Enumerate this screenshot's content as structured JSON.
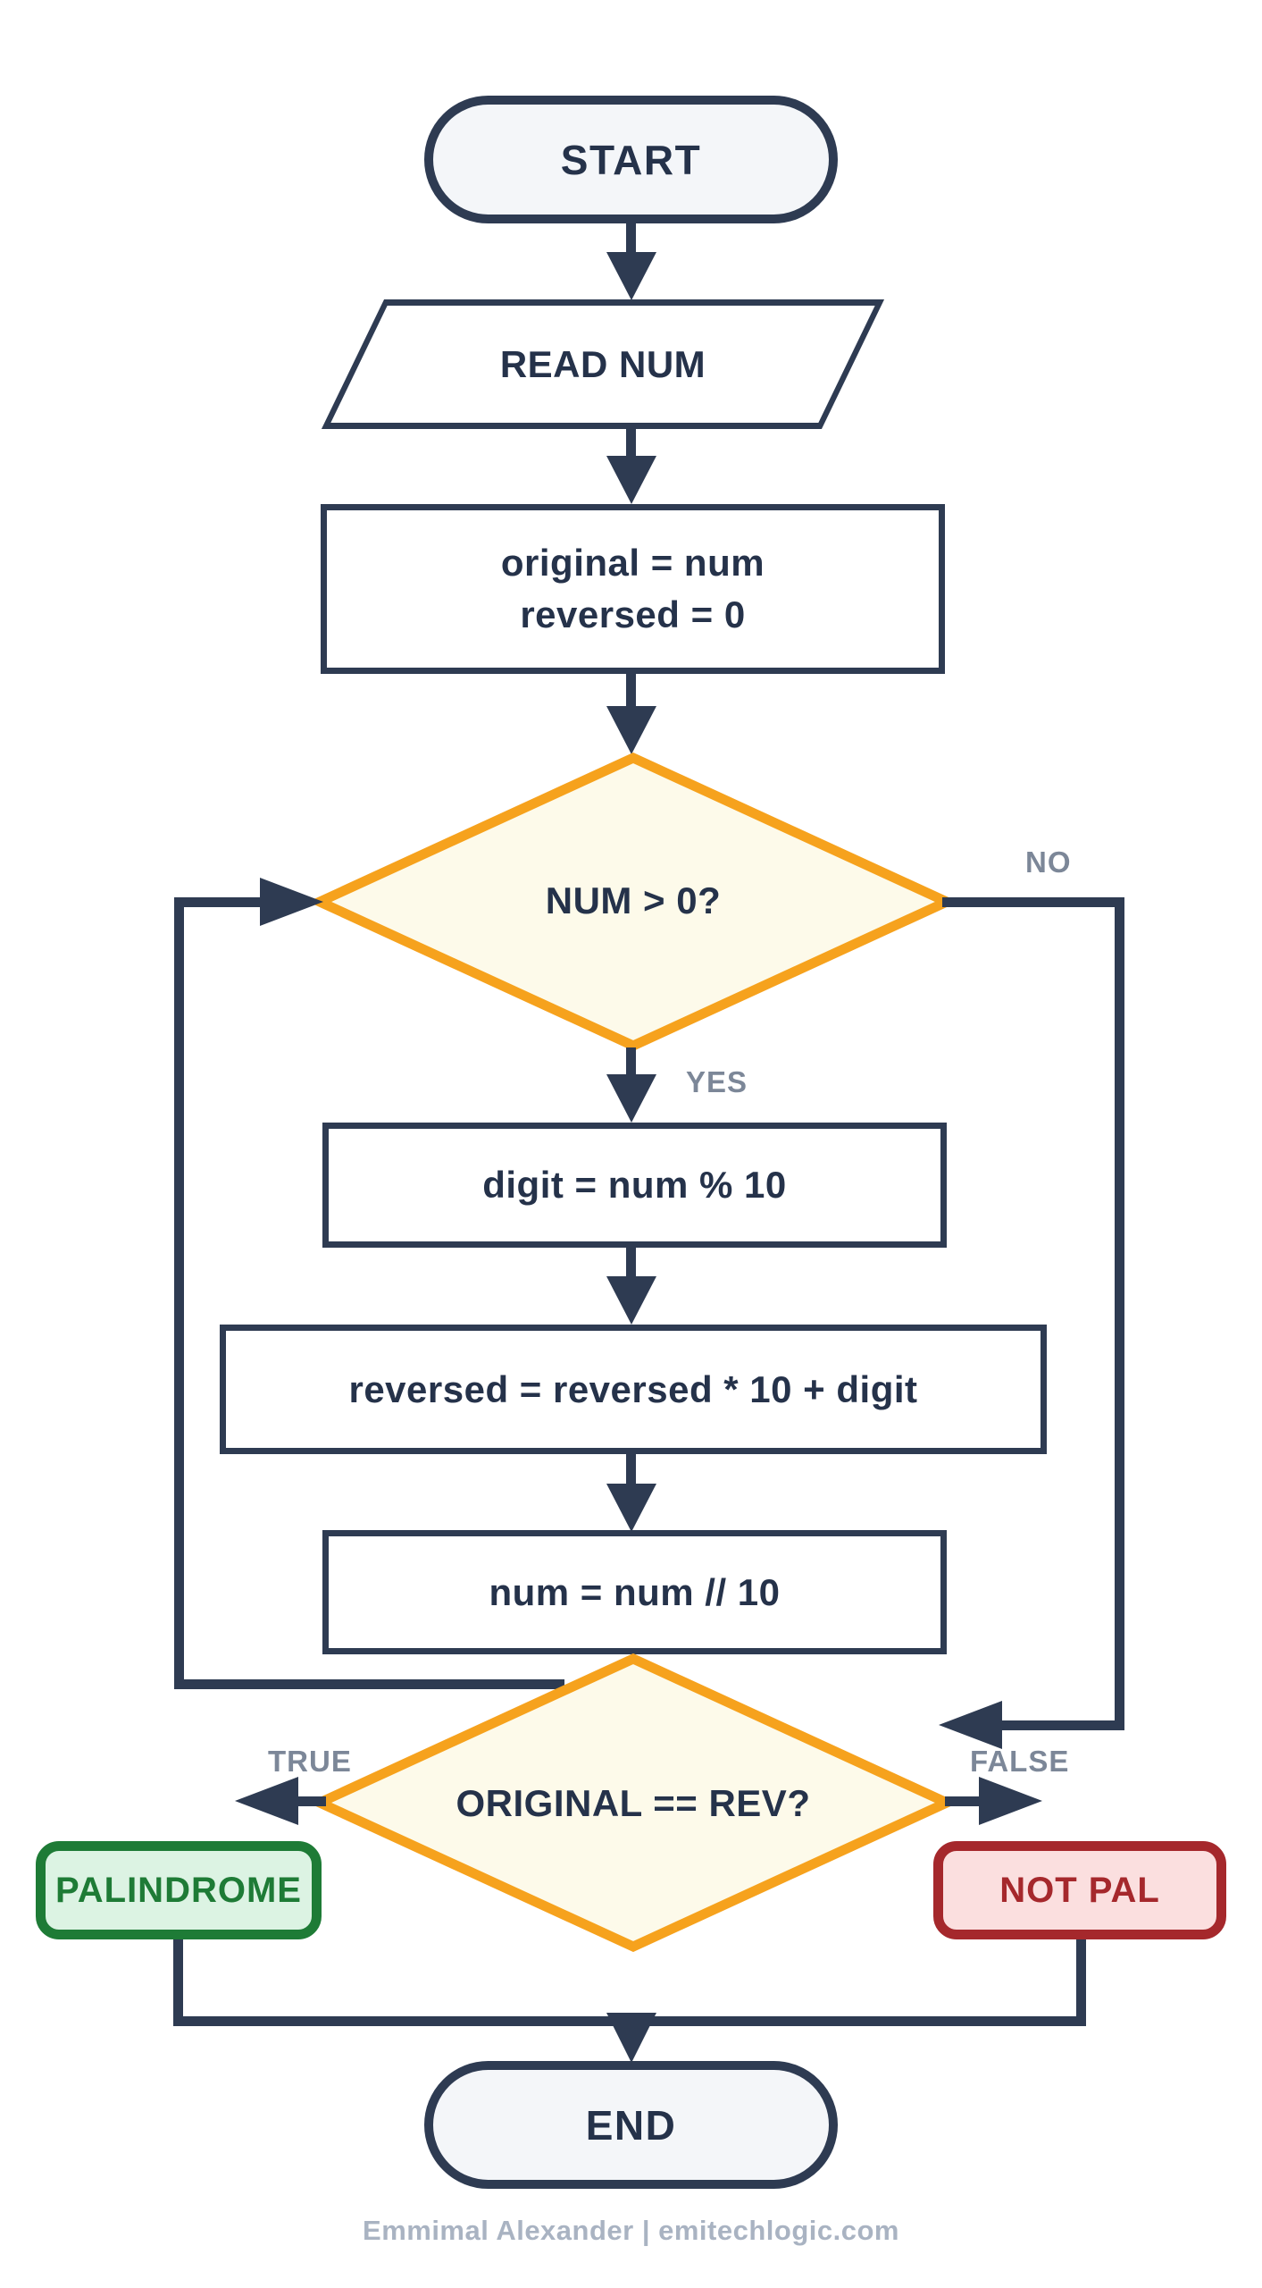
{
  "nodes": {
    "start": "START",
    "read_input": "READ NUM",
    "init_line1": "original = num",
    "init_line2": "reversed = 0",
    "loop_condition": "NUM > 0?",
    "extract_digit": "digit = num % 10",
    "build_reversed": "reversed = reversed * 10 + digit",
    "truncate_num": "num = num // 10",
    "final_condition": "ORIGINAL == REV?",
    "result_palindrome": "PALINDROME",
    "result_not_palindrome": "NOT PAL",
    "end": "END"
  },
  "edge_labels": {
    "yes": "YES",
    "no": "NO",
    "true_branch": "TRUE",
    "false_branch": "FALSE"
  },
  "footer": {
    "credit": "Emmimal Alexander | emitechlogic.com"
  },
  "colors": {
    "line_ink": "#2E3B52",
    "decision_border": "#F6A21D",
    "decision_fill": "#FDFAEA",
    "terminal_fill": "#F4F6F9",
    "process_fill": "#FFFFFF",
    "success_border": "#1E7B36",
    "success_fill": "#DCF3E3",
    "danger_border": "#A5282C",
    "danger_fill": "#FBDFDF",
    "edge_label_text": "#7C8798",
    "footer_text": "#A9B3C2"
  }
}
